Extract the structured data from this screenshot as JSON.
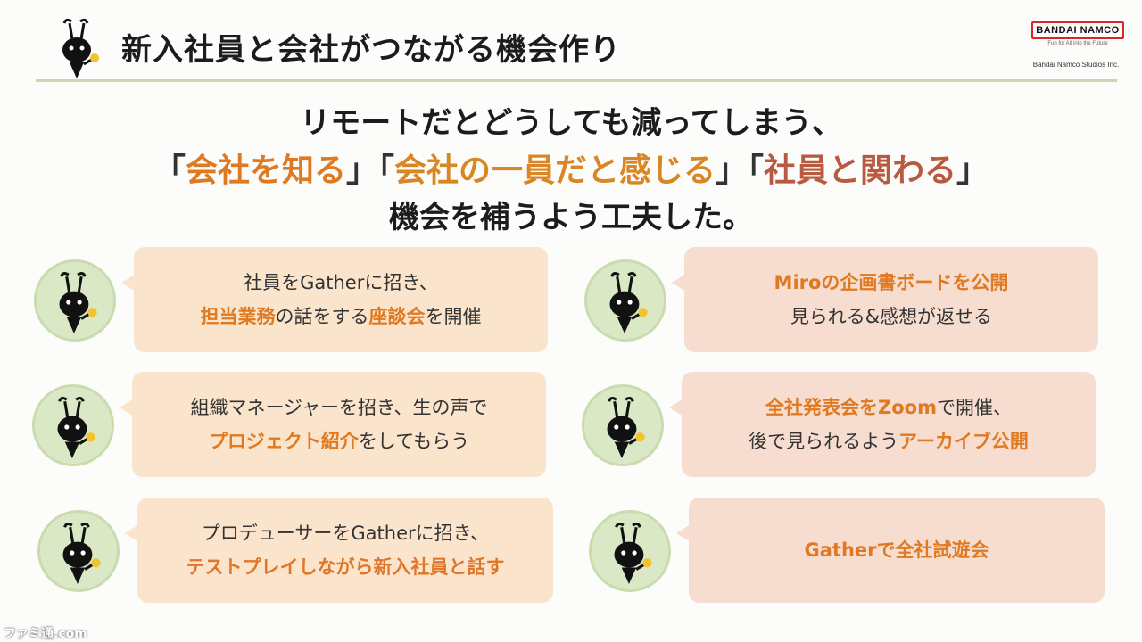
{
  "header": {
    "title": "新入社員と会社がつながる機会作り",
    "logo_text": "BANDAI NAMCO",
    "logo_tagline": "Fun for All into the Future",
    "company": "Bandai Namco Studios Inc."
  },
  "lead": {
    "line1": "リモートだとどうしても減ってしまう、",
    "line2": {
      "open1": "「",
      "phrase1": "会社を知る",
      "close1": "」",
      "open2": "「",
      "phrase2": "会社の一員だと感じる",
      "close2": "」",
      "open3": "「",
      "phrase3": "社員と関わる",
      "close3": "」"
    },
    "line3": "機会を補うよう工夫した。"
  },
  "colors": {
    "accent_orange": "#e07a22",
    "accent_brown": "#b85a3f",
    "card_left": "#fbe4cc",
    "card_right": "#f6ddd0",
    "avatar_bg": "#dbe8c6"
  },
  "cards": [
    {
      "l1": "社員をGatherに招き、",
      "l2a": "担当業務",
      "l2b": "の話をする",
      "l2c": "座談会",
      "l2d": "を開催"
    },
    {
      "l1": "Miroの企画書ボードを公開",
      "l2": "見られる&感想が返せる"
    },
    {
      "l1": "組織マネージャーを招き、生の声で",
      "l2a": "プロジェクト紹介",
      "l2b": "をしてもらう"
    },
    {
      "l1a": "全社発表会をZoom",
      "l1b": "で開催、",
      "l2a": "後で見られるよう",
      "l2b": "アーカイブ公開"
    },
    {
      "l1": "プロデューサーをGatherに招き、",
      "l2": "テストプレイしながら新入社員と話す"
    },
    {
      "l1": "Gatherで全社試遊会"
    }
  ],
  "watermark": "ファミ通.com"
}
